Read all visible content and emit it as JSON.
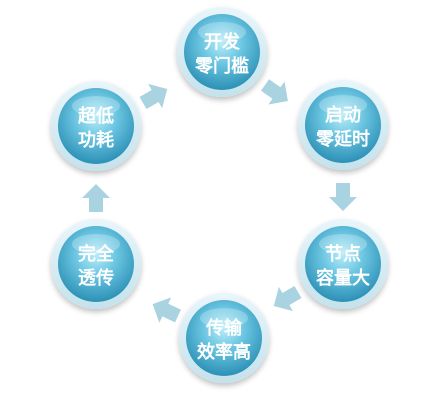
{
  "nodes": [
    {
      "line1": "开发",
      "line2": "零门槛"
    },
    {
      "line1": "启动",
      "line2": "零延时"
    },
    {
      "line1": "节点",
      "line2": "容量大"
    },
    {
      "line1": "传输",
      "line2": "效率高"
    },
    {
      "line1": "完全",
      "line2": "透传"
    },
    {
      "line1": "超低",
      "line2": "功耗"
    }
  ],
  "colors": {
    "circle_outer": "#3fa9c8",
    "circle_inner": "#7fd0e8",
    "arrow": "#a9d3e0"
  }
}
